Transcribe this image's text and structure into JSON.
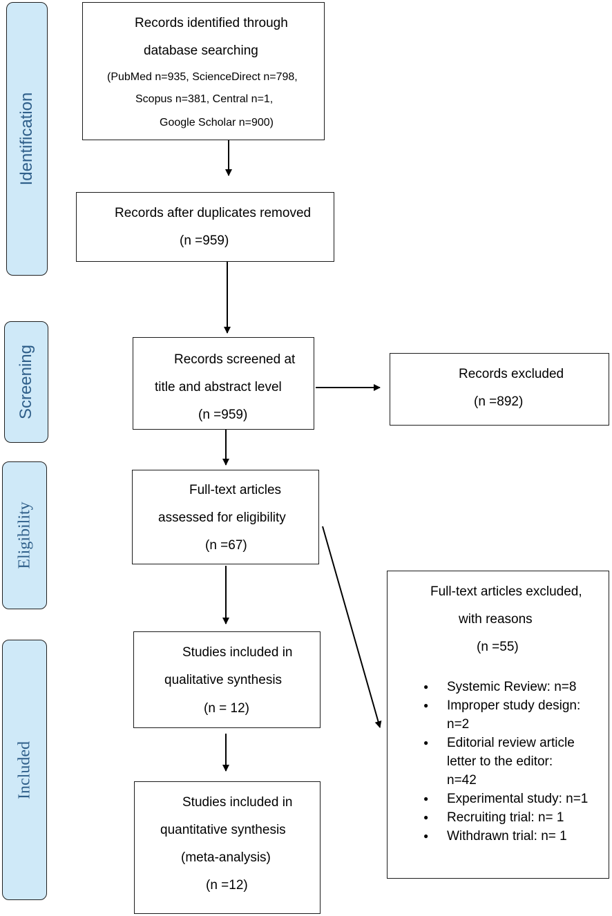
{
  "stages": {
    "identification": "Identification",
    "screening": "Screening",
    "eligibility": "Eligibility",
    "included": "Included"
  },
  "boxes": {
    "identified": {
      "line1": "Records identified through",
      "line2": "database searching",
      "line3": "(PubMed n=935, ScienceDirect n=798,",
      "line4": "Scopus n=381, Central n=1,",
      "line5": "Google Scholar n=900)"
    },
    "duplicates_removed": {
      "line1": "Records after duplicates removed",
      "line2": "(n =959)"
    },
    "screened": {
      "line1": "Records screened at",
      "line2": "title and abstract level",
      "line3": "(n =959)"
    },
    "excluded": {
      "line1": "Records excluded",
      "line2": "(n =892)"
    },
    "fulltext": {
      "line1": "Full-text articles",
      "line2": "assessed for eligibility",
      "line3": "(n =67)"
    },
    "fulltext_excluded": {
      "line1": "Full-text articles excluded,",
      "line2": "with reasons",
      "line3": "(n =55)",
      "reasons": [
        "Systemic Review: n=8",
        "Improper study design:",
        "n=2",
        "Editorial review article",
        "letter to the editor:",
        "n=42",
        "Experimental study: n=1",
        "Recruiting trial: n= 1",
        "Withdrawn trial: n= 1"
      ]
    },
    "qualitative": {
      "line1": "Studies included in",
      "line2": "qualitative synthesis",
      "line3": "(n = 12)"
    },
    "quantitative": {
      "line1": "Studies included in",
      "line2": "quantitative synthesis",
      "line3": "(meta-analysis)",
      "line4": "(n =12)"
    }
  }
}
